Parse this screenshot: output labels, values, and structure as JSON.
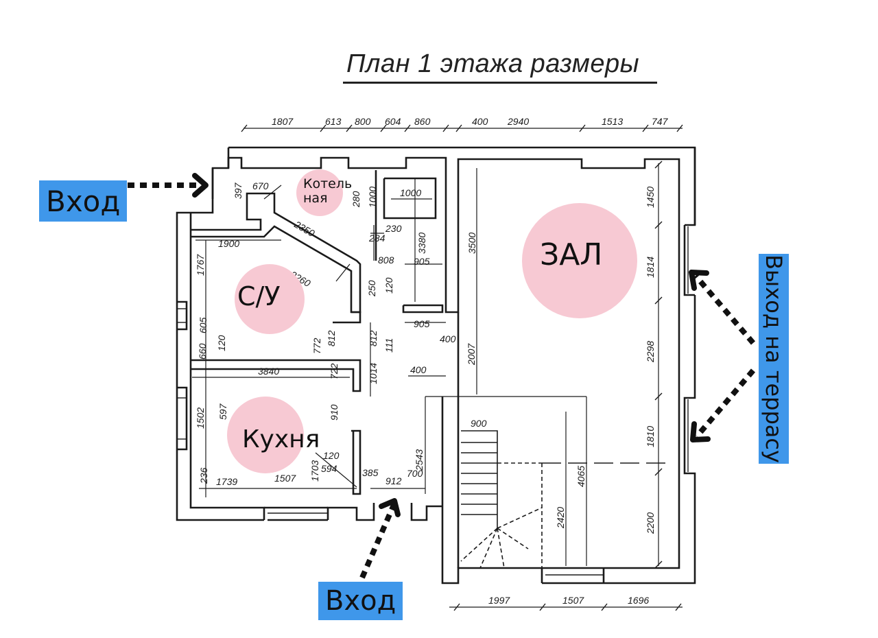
{
  "title": "План 1 этажа размеры",
  "colors": {
    "badge": "#3f97ea",
    "room_marker": "#f7c9d3",
    "lines": "#1a1a1a"
  },
  "labels": {
    "entry_top": "Вход",
    "entry_bottom": "Вход",
    "terrace_exit": "Выход на террасу"
  },
  "rooms": {
    "boiler_line1": "Котель",
    "boiler_line2": "ная",
    "hall": "ЗАЛ",
    "bathroom": "С/У",
    "kitchen": "Кухня"
  },
  "dimensions": {
    "top": [
      "1807",
      "613",
      "800",
      "604",
      "860",
      "400",
      "2940",
      "1513",
      "747"
    ],
    "bottom": [
      "1997",
      "1507",
      "1696"
    ],
    "right": [
      "1450",
      "1814",
      "2298",
      "1810",
      "2200"
    ],
    "interior": [
      "397",
      "670",
      "2350",
      "280",
      "1000",
      "1000",
      "230",
      "3380",
      "284",
      "1900",
      "1767",
      "2260",
      "808",
      "905",
      "250",
      "120",
      "3500",
      "605",
      "660",
      "120",
      "772",
      "812",
      "812",
      "111",
      "905",
      "400",
      "3840",
      "722",
      "1014",
      "400",
      "2007",
      "1502",
      "597",
      "910",
      "900",
      "2543",
      "120",
      "1703",
      "594",
      "236",
      "1739",
      "1507",
      "385",
      "912",
      "700",
      "2420",
      "4065"
    ]
  }
}
